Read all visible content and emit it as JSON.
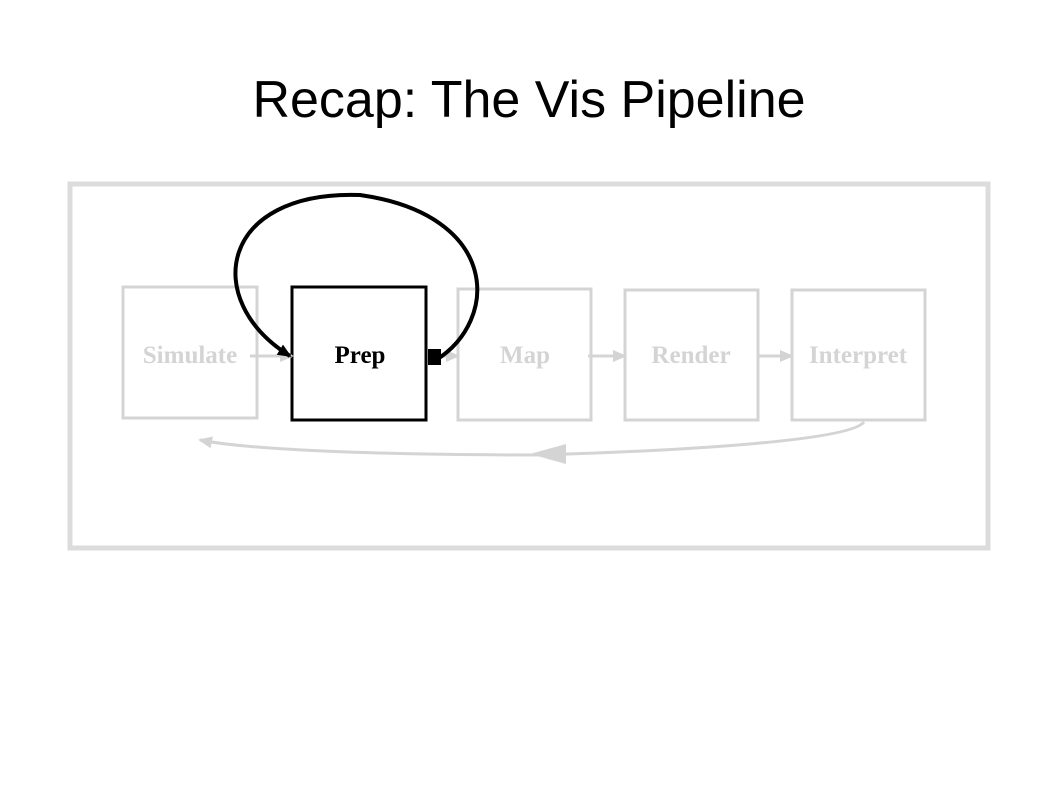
{
  "slide": {
    "title": "Recap: The Vis Pipeline"
  },
  "pipeline": {
    "stages": [
      {
        "label": "Simulate",
        "highlighted": false
      },
      {
        "label": "Prep",
        "highlighted": true
      },
      {
        "label": "Map",
        "highlighted": false
      },
      {
        "label": "Render",
        "highlighted": false
      },
      {
        "label": "Interpret",
        "highlighted": false
      }
    ],
    "colors": {
      "faded": "#d4d4d4",
      "highlight": "#000000",
      "frame": "#dcdcdc"
    }
  }
}
